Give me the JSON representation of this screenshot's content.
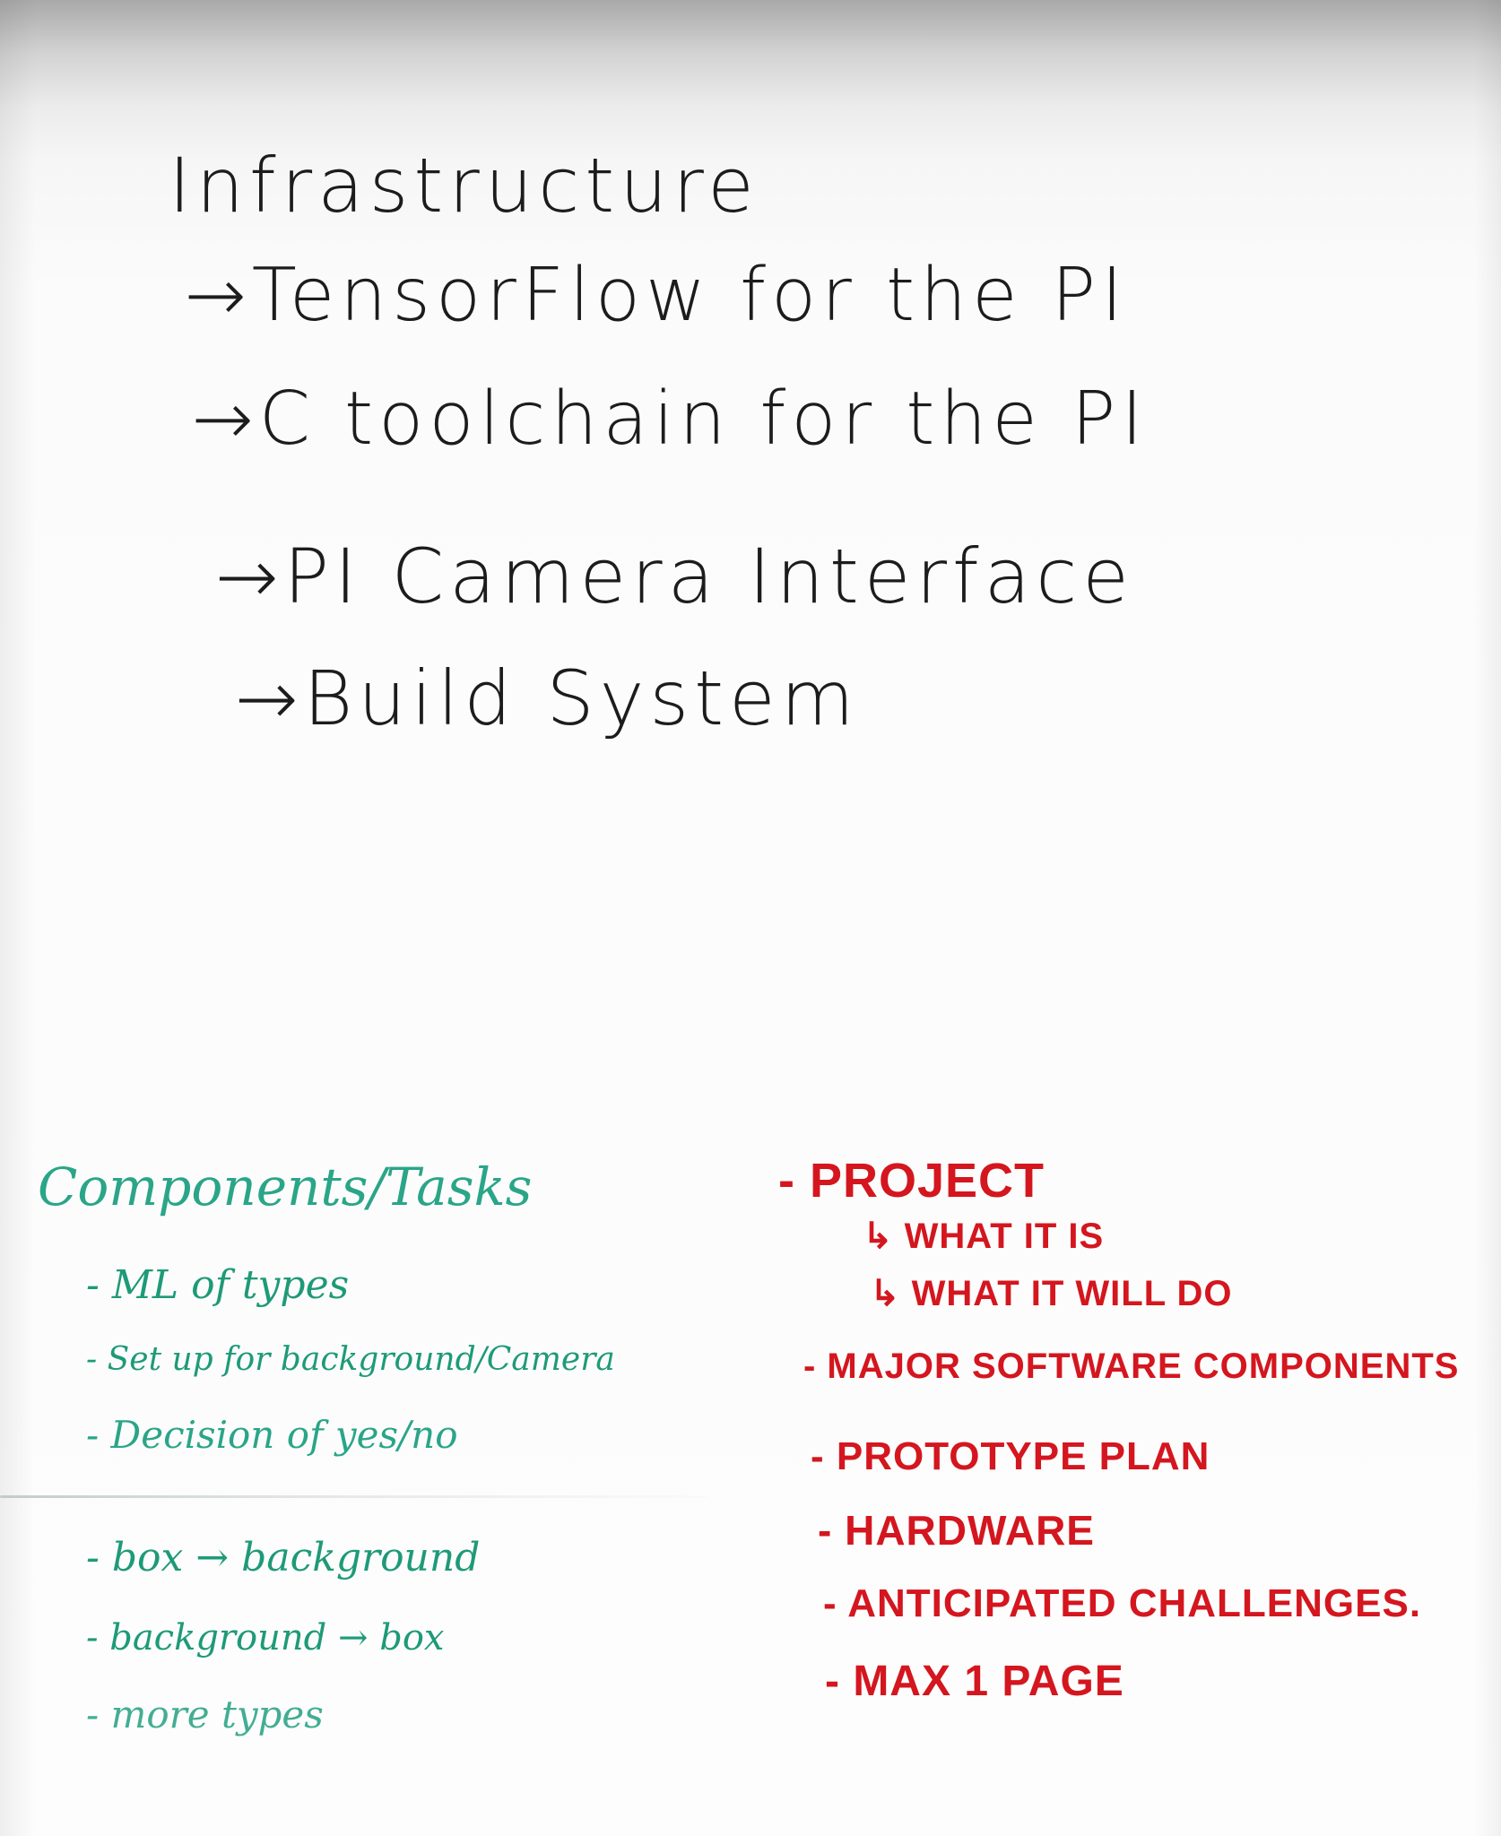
{
  "infrastructure": {
    "title": "Infrastructure",
    "items": [
      "→TensorFlow for the PI",
      "→C toolchain for the PI",
      "→PI Camera Interface",
      "→Build System"
    ]
  },
  "components": {
    "title": "Components/Tasks",
    "items": [
      "- ML of types",
      "- Set up for background/Camera",
      "- Decision of yes/no",
      "- box → background",
      "- background → box",
      "- more types"
    ]
  },
  "report": {
    "items": [
      "- PROJECT",
      "↳ WHAT IT IS",
      "↳ WHAT IT WILL DO",
      "- MAJOR SOFTWARE COMPONENTS",
      "- PROTOTYPE PLAN",
      "- HARDWARE",
      "- ANTICIPATED CHALLENGES.",
      "- MAX 1 PAGE"
    ]
  },
  "colors": {
    "black_marker": "#1c1c1c",
    "green_marker": "#1e9a78",
    "red_marker": "#d4161f"
  }
}
